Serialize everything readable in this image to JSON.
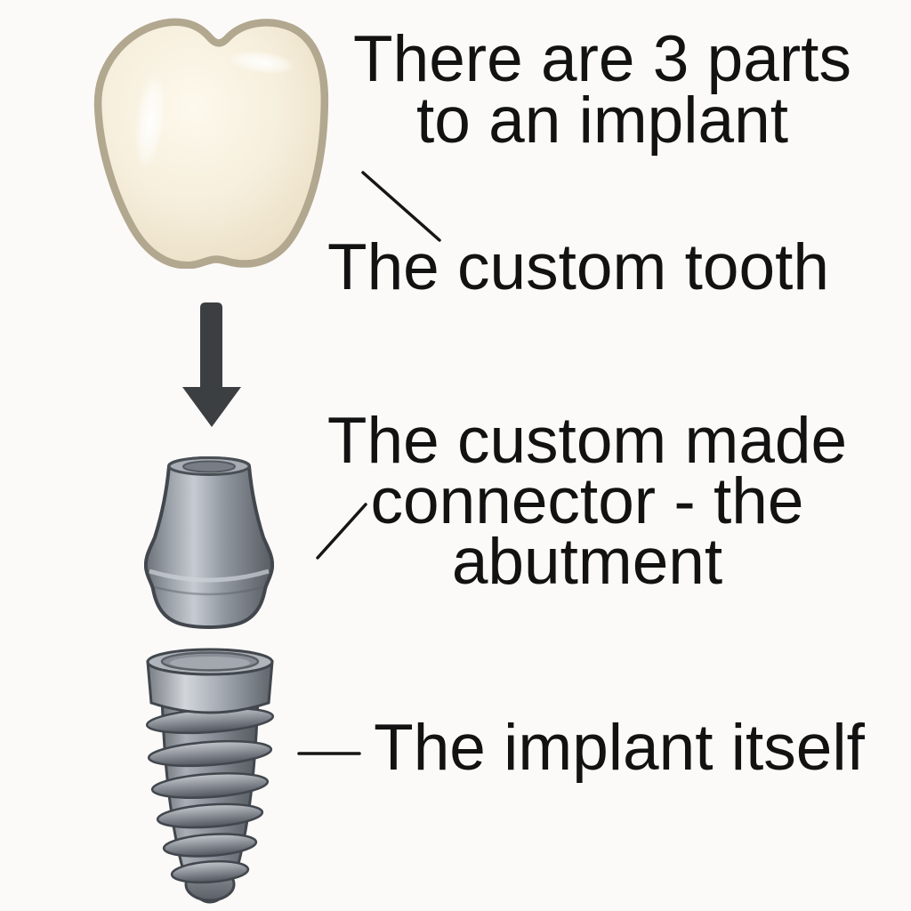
{
  "heading": {
    "lines": [
      "There are 3 parts",
      "to an implant"
    ]
  },
  "parts": [
    {
      "id": "custom-tooth",
      "label": "The custom tooth"
    },
    {
      "id": "abutment-connector",
      "label_lines": [
        "The custom made",
        "connector - the",
        "abutment"
      ]
    },
    {
      "id": "implant-fixture",
      "label": "The implant itself"
    }
  ],
  "icons": {
    "tooth": "tooth-crown-illustration",
    "arrow": "down-arrow-icon",
    "abutment": "abutment-illustration",
    "implant": "implant-screw-illustration"
  },
  "colors": {
    "background": "#fbfaf8",
    "text": "#121212",
    "leader_line": "#161616",
    "arrow": "#3c3f42",
    "tooth_fill": "#f2ebd8",
    "tooth_outline": "#b2a78f",
    "metal_light": "#d2d6db",
    "metal_mid": "#9097a0",
    "metal_dark": "#4f535b",
    "metal_outline": "#42464d"
  }
}
